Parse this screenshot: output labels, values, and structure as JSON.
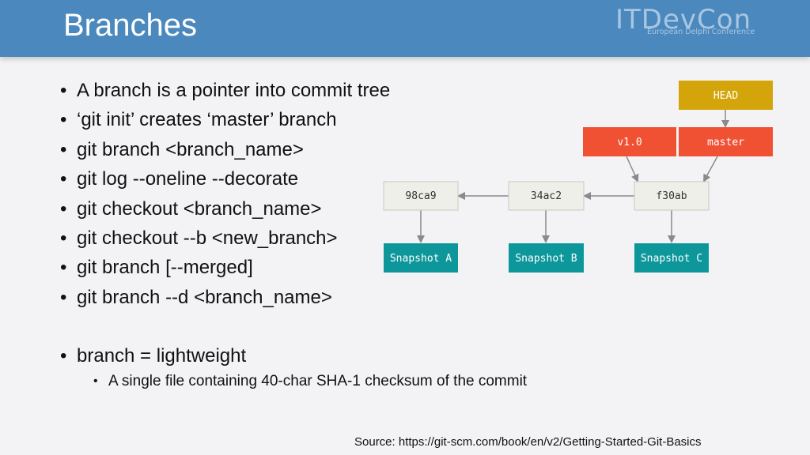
{
  "slide": {
    "title": "Branches",
    "logo": {
      "main": "ITDevCon",
      "sub": "European Delphi Conference"
    },
    "bullets": [
      "A branch is a pointer into commit tree",
      "‘git init’ creates ‘master’ branch",
      "git branch <branch_name>",
      "git log --oneline --decorate",
      "git checkout <branch_name>",
      "git checkout --b <new_branch>",
      "git branch [--merged]",
      "git branch --d <branch_name>",
      "branch = lightweight"
    ],
    "sub_bullet": "A single file containing 40-char SHA-1 checksum of the commit",
    "source": "Source: https://git-scm.com/book/en/v2/Getting-Started-Git-Basics"
  },
  "diagram": {
    "head": "HEAD",
    "tags": {
      "v1": "v1.0",
      "master": "master"
    },
    "commits": [
      "98ca9",
      "34ac2",
      "f30ab"
    ],
    "snapshots": [
      "Snapshot A",
      "Snapshot B",
      "Snapshot C"
    ],
    "colors": {
      "head": "#d4a50b",
      "ref": "#f05133",
      "commit": "#efefe9",
      "snapshot": "#0e979b"
    }
  }
}
